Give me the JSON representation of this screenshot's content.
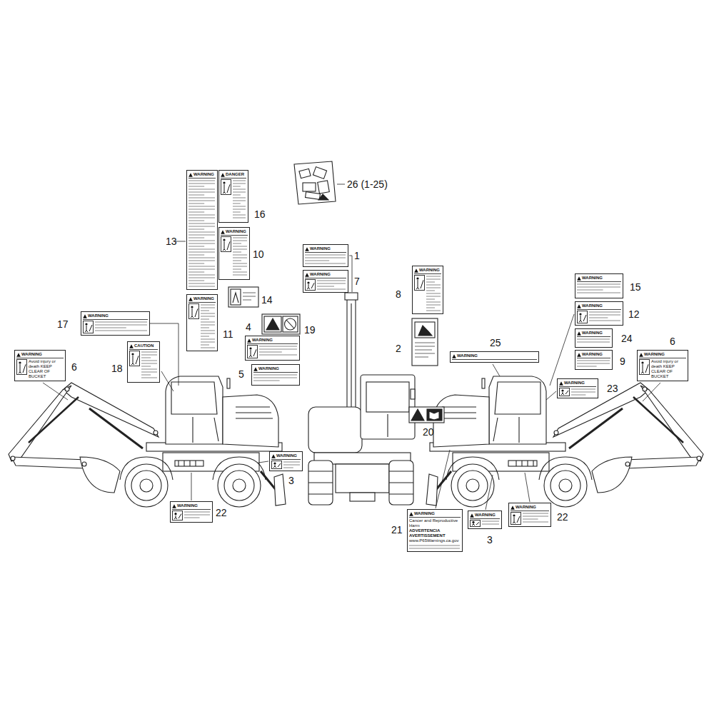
{
  "diagram": {
    "nodes": [
      {
        "text": [
          "WARNING"
        ]
      },
      {
        "text": [
          "DANGER"
        ]
      },
      {
        "text": [
          "WARNING"
        ]
      },
      {
        "text": [
          "WARNING"
        ]
      },
      {
        "text": [
          "WARNING"
        ]
      },
      {
        "text": [
          "WARNING"
        ]
      },
      {
        "text": [
          "WARNING"
        ]
      },
      {
        "text": [
          "WARNING"
        ]
      },
      {
        "text": [
          "WARNING"
        ]
      },
      {
        "text": [
          "WARNING"
        ]
      },
      {
        "text": [
          "WARNING"
        ]
      },
      {
        "text": [
          "WARNING"
        ]
      },
      {
        "text": [
          "CAUTION"
        ]
      },
      {
        "text": [
          "WARNING",
          "Avoid injury or death KEEP CLEAR OF BUCKET"
        ]
      },
      {
        "text": [
          "WARNING"
        ]
      },
      {
        "text": [
          "WARNING",
          "Avoid injury or death KEEP CLEAR OF BUCKET"
        ]
      },
      {
        "text": [
          "WARNING"
        ]
      },
      {
        "text": [
          "WARNING"
        ]
      },
      {
        "text": [
          "WARNING"
        ]
      },
      {
        "text": [
          "WARNING"
        ]
      },
      {
        "text": [
          "WARNING"
        ]
      },
      {
        "text": [
          "WARNING"
        ]
      },
      {
        "text": [
          "WARNING",
          "Cancer and Reproductive Harm",
          "ADVERTENCIA",
          "AVERTISSEMENT",
          "www.P65Warnings.ca.gov"
        ]
      },
      {
        "text": [
          "WARNING"
        ]
      }
    ],
    "labels": [
      "26 (1-25)",
      "13",
      "16",
      "1",
      "10",
      "7",
      "8",
      "15",
      "14",
      "12",
      "17",
      "4",
      "19",
      "24",
      "11",
      "2",
      "25",
      "18",
      "6",
      "6",
      "9",
      "5",
      "23",
      "20",
      "3",
      "22",
      "22",
      "21",
      "3"
    ]
  }
}
